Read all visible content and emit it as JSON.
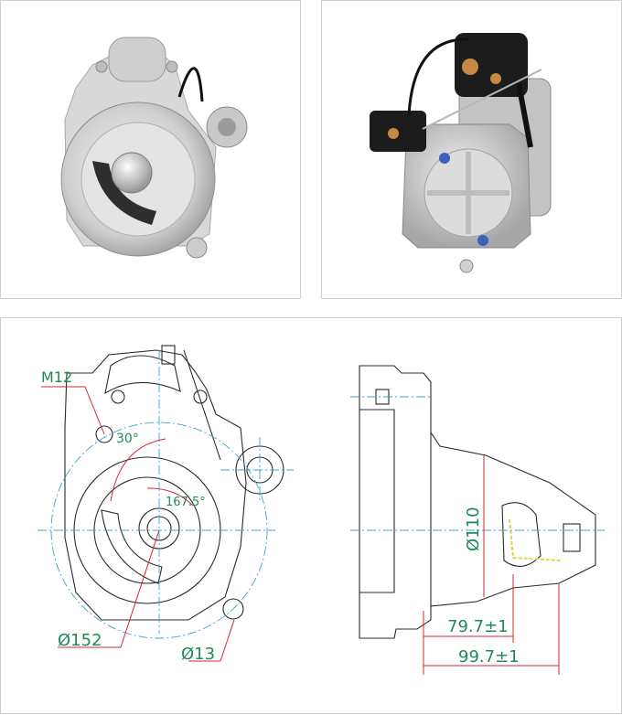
{
  "panels": {
    "photo_front": {
      "name": "starter-motor-front-photo"
    },
    "photo_rear": {
      "name": "starter-motor-rear-photo"
    },
    "drawing": {
      "name": "technical-drawing"
    }
  },
  "dimensions": {
    "thread": "M12",
    "angle_small": "30°",
    "angle_large": "167.5°",
    "bolt_circle": "Ø152",
    "hole_dia": "Ø13",
    "pilot_dia": "Ø110",
    "length_short": "79.7±1",
    "length_long": "99.7±1"
  },
  "colors": {
    "line": "#2b2b2b",
    "dimension_text": "#1e8a55",
    "dimension_line": "#d6243b",
    "center_line": "#38a4c8",
    "highlight": "#e3d34a",
    "panel_border": "#cfcfcf"
  }
}
